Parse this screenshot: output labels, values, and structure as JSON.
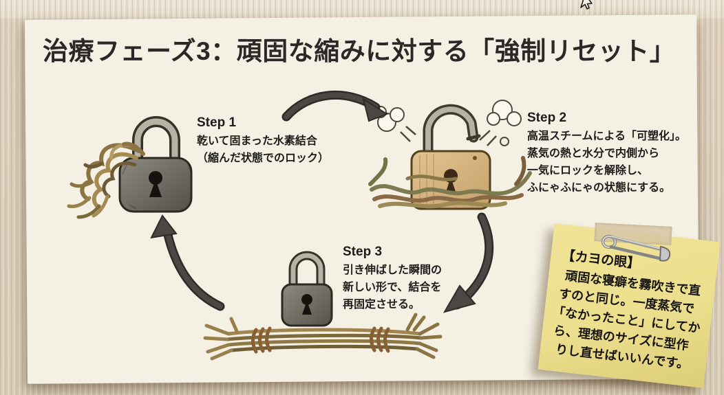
{
  "slide": {
    "title": "治療フェーズ3：頑固な縮みに対する「強制リセット」",
    "steps": [
      {
        "label": "Step 1",
        "lines": [
          "乾いて固まった水素結合",
          "（縮んだ状態でのロック）"
        ]
      },
      {
        "label": "Step 2",
        "lines": [
          "高温スチームによる「可塑化」。",
          "蒸気の熱と水分で内側から",
          "一気にロックを解除し、",
          "ふにゃふにゃの状態にする。"
        ]
      },
      {
        "label": "Step 3",
        "lines": [
          "引き伸ばした瞬間の",
          "新しい形で、結合を",
          "再固定させる。"
        ]
      }
    ],
    "sticky_note": {
      "heading": "【カヨの眼】",
      "lines": [
        "頑固な寝癖を霧吹きで直",
        "すのと同じ。一度蒸気で",
        "「なかったこと」にしてか",
        "ら、理想のサイズに型作",
        "りし直せばいいんです。"
      ]
    },
    "icons": {
      "step1_illustration": "padlock-closed-with-tangled-rope-icon",
      "step2_illustration": "padlock-open-with-steam-and-loose-ropes-icon",
      "step3_illustration": "padlock-closed-with-straight-rope-icon",
      "arrows": "curved-cycle-arrow-icon",
      "note_pin": "safety-pin-icon",
      "note_tape": "tape-icon",
      "pointer": "mouse-cursor-icon"
    },
    "colors": {
      "fabric": "#dbceba",
      "card": "#f4f0e4",
      "title_text": "#2a2927",
      "body_text": "#1d1c1a",
      "arrow": "#4b4843",
      "note_bg": "#ecdf8d",
      "note_text": "#161412",
      "tape": "#d6c6a4",
      "lock_gray": "#716d63",
      "lock_tan": "#d9b987",
      "rope_tan": "#a08550",
      "rope_olive": "#7c7a4e"
    }
  }
}
